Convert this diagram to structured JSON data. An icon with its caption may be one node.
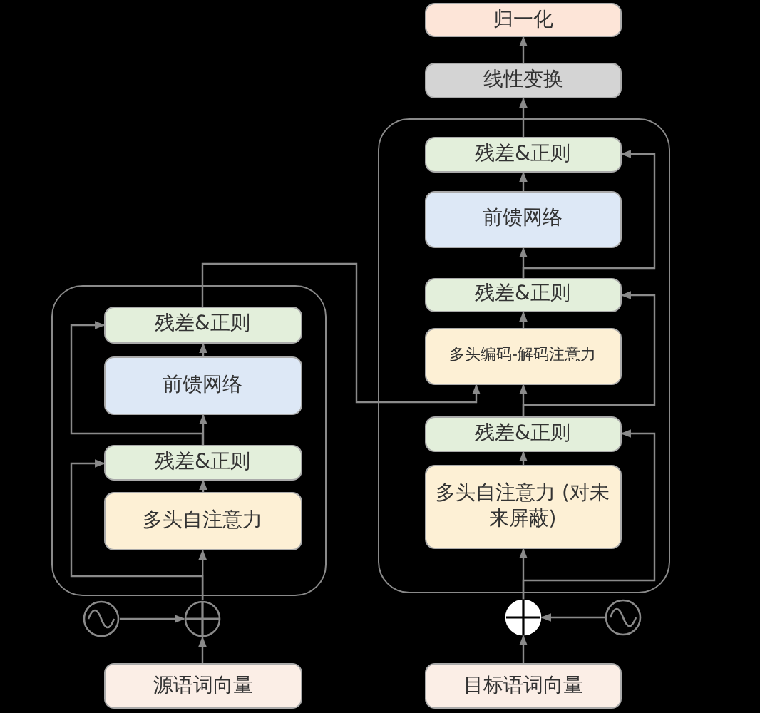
{
  "diagram": {
    "nodes": [
      {
        "text": [],
        "shape": "box"
      },
      {
        "text": [
          "残差&正则"
        ],
        "in": 0
      },
      {
        "text": [
          "前馈网络"
        ],
        "in": 0
      },
      {
        "text": [
          "残差&正则"
        ],
        "in": 0
      },
      {
        "text": [
          "多头自注意力"
        ],
        "in": 0
      },
      {
        "text": [],
        "shape": "circle"
      },
      {
        "text": [],
        "shape": "circle"
      },
      {
        "text": [
          "源语词向量"
        ]
      },
      {
        "text": [],
        "shape": "box"
      },
      {
        "text": [
          "残差&正则"
        ],
        "in": 8
      },
      {
        "text": [
          "前馈网络"
        ],
        "in": 8
      },
      {
        "text": [
          "残差&正则"
        ],
        "in": 8
      },
      {
        "text": [
          "多头编码-解码注意力"
        ],
        "in": 8
      },
      {
        "text": [
          "残差&正则"
        ],
        "in": 8
      },
      {
        "text": [
          "多头自注意力 (对未来屏蔽)"
        ],
        "in": 8
      },
      {
        "text": [],
        "shape": "circle"
      },
      {
        "text": [],
        "shape": "circle"
      },
      {
        "text": [
          "目标语词向量"
        ]
      },
      {
        "text": [
          "线性变换"
        ]
      },
      {
        "text": [
          "归一化"
        ]
      }
    ],
    "edges": [
      {
        "from": 7,
        "to": 6,
        "arrow": "to"
      },
      {
        "from": 5,
        "to": 6,
        "arrow": "to"
      },
      {
        "from": 6,
        "to": 4,
        "arrow": "to"
      },
      {
        "from": 4,
        "to": 3,
        "arrow": "to"
      },
      {
        "from": 3,
        "to": 2,
        "arrow": "to"
      },
      {
        "from": 2,
        "to": 1,
        "arrow": "to"
      },
      {
        "from": 6,
        "to": 3,
        "arrow": "to"
      },
      {
        "from": 3,
        "to": 1,
        "arrow": "to"
      },
      {
        "from": 1,
        "to": 12,
        "arrow": "to"
      },
      {
        "from": 17,
        "to": 15,
        "arrow": "to"
      },
      {
        "from": 16,
        "to": 15,
        "arrow": "to"
      },
      {
        "from": 15,
        "to": 14,
        "arrow": "to"
      },
      {
        "from": 14,
        "to": 13,
        "arrow": "to"
      },
      {
        "from": 13,
        "to": 12,
        "arrow": "to"
      },
      {
        "from": 12,
        "to": 11,
        "arrow": "to"
      },
      {
        "from": 11,
        "to": 10,
        "arrow": "to"
      },
      {
        "from": 10,
        "to": 9,
        "arrow": "to"
      },
      {
        "from": 9,
        "to": 18,
        "arrow": "to"
      },
      {
        "from": 18,
        "to": 19,
        "arrow": "to"
      },
      {
        "from": 15,
        "to": 13,
        "arrow": "to"
      },
      {
        "from": 13,
        "to": 11,
        "arrow": "to"
      },
      {
        "from": 11,
        "to": 9,
        "arrow": "to"
      }
    ]
  }
}
